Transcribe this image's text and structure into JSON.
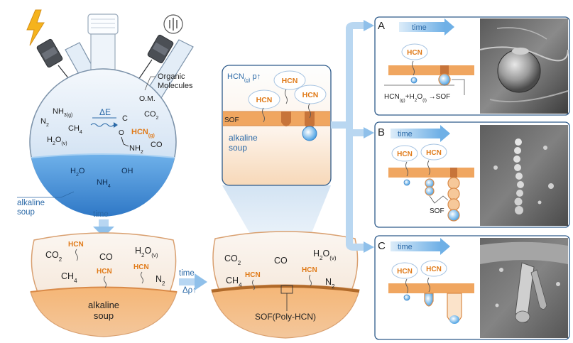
{
  "flask": {
    "organic_label_line1": "Organic",
    "organic_label_line2": "Molecules",
    "om": "O.M.",
    "delta_e": "ΔE",
    "gas_left": [
      "NH3(g)",
      "N2",
      "CH4",
      "H2O(v)"
    ],
    "gas_right": [
      "C",
      "CO2",
      "HCN(g)",
      "NH2",
      "CO",
      "O"
    ],
    "liquid": [
      "H2O",
      "OH",
      "NH4"
    ],
    "soup_line1": "alkaline",
    "soup_line2": "soup"
  },
  "arrow_down_label": "time",
  "bowl1": {
    "gases": [
      "CO2",
      "CO",
      "H2O(v)",
      "CH4",
      "N2"
    ],
    "hcn": [
      "HCN",
      "HCN",
      "HCN"
    ],
    "soup_line1": "alkaline",
    "soup_line2": "soup"
  },
  "arrow_right": {
    "line1": "time",
    "line2": "Δρ↑"
  },
  "bowl2": {
    "gases": [
      "CO2",
      "CO",
      "H2O(v)",
      "CH4",
      "N2"
    ],
    "hcn": [
      "HCN",
      "HCN"
    ],
    "sof_label": "SOF(Poly-HCN)"
  },
  "zoom": {
    "header": "HCN(g) p↑",
    "hcn": [
      "HCN",
      "HCN",
      "HCN"
    ],
    "sof": "SOF",
    "soup_line1": "alkaline",
    "soup_line2": "soup"
  },
  "panels": [
    {
      "letter": "A",
      "time": "time",
      "hcn": [
        "HCN"
      ],
      "equation": "HCN(g)+H2O(l)→SOF"
    },
    {
      "letter": "B",
      "time": "time",
      "hcn": [
        "HCN",
        "HCN"
      ],
      "sof": "SOF"
    },
    {
      "letter": "C",
      "time": "time",
      "hcn": [
        "HCN",
        "HCN"
      ]
    }
  ],
  "colors": {
    "orange": "#e07a18",
    "blue": "#2c6aa8",
    "soup_orange": "#f3b27a",
    "flask_blue": "#4f9ee0",
    "arrow_blue": "#8fc0ea"
  }
}
